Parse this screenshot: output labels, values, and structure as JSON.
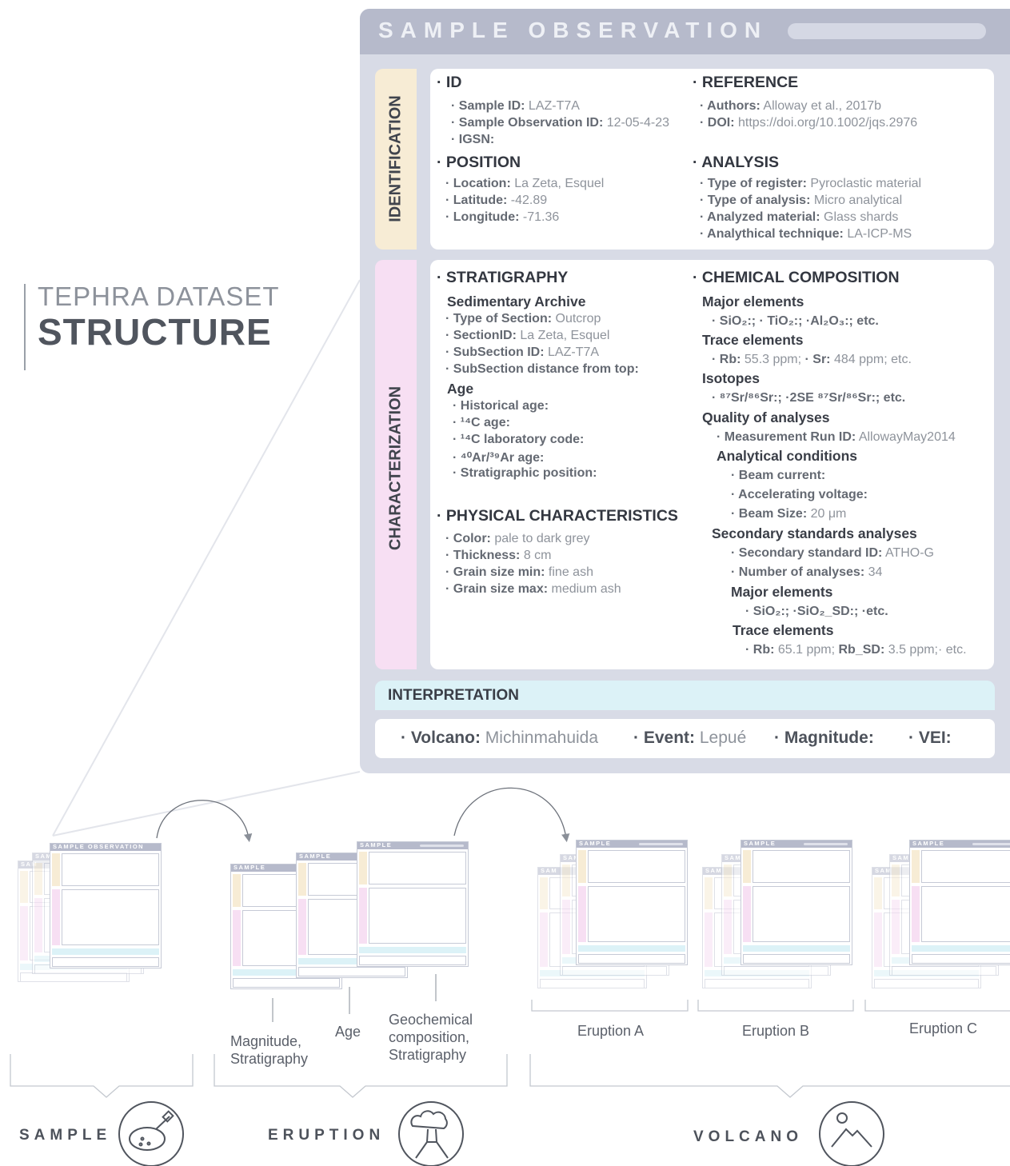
{
  "title": {
    "line1": "TEPHRA DATASET",
    "line2": "STRUCTURE"
  },
  "card": {
    "title": "SAMPLE OBSERVATION",
    "tabs": {
      "identification": "IDENTIFICATION",
      "characterization": "CHARACTERIZATION"
    },
    "id": {
      "heading": "· ID",
      "items": [
        {
          "k": "· Sample ID:",
          "v": "LAZ-T7A"
        },
        {
          "k": "· Sample Observation ID:",
          "v": "12-05-4-23"
        },
        {
          "k": "· IGSN:",
          "v": ""
        }
      ]
    },
    "reference": {
      "heading": "· REFERENCE",
      "items": [
        {
          "k": "· Authors:",
          "v": "Alloway et al., 2017b"
        },
        {
          "k": "· DOI:",
          "v": "https://doi.org/10.1002/jqs.2976"
        }
      ]
    },
    "position": {
      "heading": "· POSITION",
      "items": [
        {
          "k": "· Location:",
          "v": "La Zeta, Esquel"
        },
        {
          "k": "· Latitude:",
          "v": "-42.89"
        },
        {
          "k": "· Longitude:",
          "v": "-71.36"
        }
      ]
    },
    "analysis": {
      "heading": "· ANALYSIS",
      "items": [
        {
          "k": "· Type of register:",
          "v": "Pyroclastic material"
        },
        {
          "k": "· Type of analysis:",
          "v": "Micro analytical"
        },
        {
          "k": "· Analyzed material:",
          "v": "Glass shards"
        },
        {
          "k": "· Analythical technique:",
          "v": "LA-ICP-MS"
        }
      ]
    },
    "stratigraphy": {
      "heading": "· STRATIGRAPHY",
      "archive": "Sedimentary Archive",
      "items": [
        {
          "k": "· Type of Section:",
          "v": "Outcrop"
        },
        {
          "k": "· SectionID:",
          "v": "La Zeta, Esquel"
        },
        {
          "k": "· SubSection ID:",
          "v": "LAZ-T7A"
        },
        {
          "k": "· SubSection distance from top:",
          "v": ""
        }
      ],
      "age_heading": "Age",
      "age_items": [
        "· Historical age:",
        "· ¹⁴C age:",
        "· ¹⁴C laboratory code:",
        "· ⁴⁰Ar/³⁹Ar age:",
        "· Stratigraphic position:"
      ]
    },
    "physical": {
      "heading": "· PHYSICAL CHARACTERISTICS",
      "items": [
        {
          "k": "· Color:",
          "v": "pale to dark grey"
        },
        {
          "k": "· Thickness:",
          "v": "8 cm"
        },
        {
          "k": "· Grain size min:",
          "v": "fine ash"
        },
        {
          "k": "· Grain size max:",
          "v": "medium ash"
        }
      ]
    },
    "chemical": {
      "heading": "· CHEMICAL COMPOSITION",
      "major": "Major elements",
      "major_line": "· SiO₂:; · TiO₂:; ·Al₂O₃:; etc.",
      "trace": "Trace elements",
      "trace_items": [
        {
          "k": "· Rb:",
          "v": "55.3 ppm;"
        },
        {
          "k": "· Sr:",
          "v": "484 ppm;"
        },
        {
          "k": "",
          "v": "etc."
        }
      ],
      "isotopes": "Isotopes",
      "isotopes_line": "· ⁸⁷Sr/⁸⁶Sr:; ·2SE ⁸⁷Sr/⁸⁶Sr:; etc.",
      "quality": "Quality of analyses",
      "run": {
        "k": "· Measurement Run ID:",
        "v": "AllowayMay2014"
      },
      "conditions": "Analytical conditions",
      "condition_items": [
        {
          "k": "· Beam current:",
          "v": ""
        },
        {
          "k": "· Accelerating voltage:",
          "v": ""
        },
        {
          "k": "· Beam Size:",
          "v": "20 μm"
        }
      ],
      "secondary": "Secondary standards analyses",
      "secondary_items": [
        {
          "k": "· Secondary standard ID:",
          "v": "ATHO-G"
        },
        {
          "k": "· Number of analyses:",
          "v": "34"
        }
      ],
      "sec_major": "Major elements",
      "sec_major_line": "· SiO₂:; ·SiO₂_SD:; ·etc.",
      "sec_trace": "Trace elements",
      "sec_trace_line": {
        "k1": "· Rb:",
        "v1": "65.1 ppm;",
        "k2": "Rb_SD:",
        "v2": "3.5 ppm;",
        "v3": "· etc."
      }
    },
    "interpretation": {
      "heading": "INTERPRETATION",
      "items": [
        {
          "k": "· Volcano:",
          "v": "Michinmahuida"
        },
        {
          "k": "· Event:",
          "v": "Lepué"
        },
        {
          "k": "· Magnitude:",
          "v": ""
        },
        {
          "k": "· VEI:",
          "v": ""
        }
      ]
    }
  },
  "mini_cards": {
    "sample_title": "SAMPLE OBSERVATION",
    "short_title": "SAMPLE",
    "stub_title": "SAM"
  },
  "eruption_labels": {
    "magnitude": "Magnitude,\nStratigraphy",
    "age": "Age",
    "geochem": "Geochemical\ncomposition,\nStratigraphy"
  },
  "volcano_labels": [
    "Eruption A",
    "Eruption B",
    "Eruption C"
  ],
  "categories": {
    "sample": "SAMPLE",
    "eruption": "ERUPTION",
    "volcano": "VOLCANO"
  },
  "icons": [
    "petri-dish-icon",
    "eruption-cloud-icon",
    "mountain-icon"
  ],
  "colors": {
    "header": "#b6bacb",
    "identification_tab": "#f7ecd5",
    "characterization_tab": "#f7dff3",
    "interpretation": "#dcf2f7"
  }
}
